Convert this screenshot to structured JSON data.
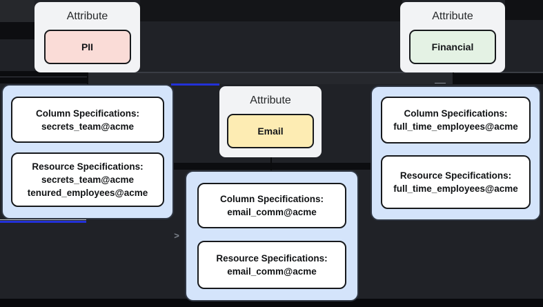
{
  "diagram": {
    "attributes": [
      {
        "title": "Attribute",
        "name": "PII",
        "badge_color": "#fadcd7"
      },
      {
        "title": "Attribute",
        "name": "Email",
        "badge_color": "#fdecb3"
      },
      {
        "title": "Attribute",
        "name": "Financial",
        "badge_color": "#e4f2e4"
      }
    ],
    "spec_groups": [
      {
        "attribute": "PII",
        "boxes": [
          {
            "lines": [
              "Column Specifications:",
              "secrets_team@acme"
            ]
          },
          {
            "lines": [
              "Resource Specifications:",
              "secrets_team@acme",
              "tenured_employees@acme"
            ]
          }
        ]
      },
      {
        "attribute": "Email",
        "boxes": [
          {
            "lines": [
              "Column Specifications:",
              "email_comm@acme"
            ]
          },
          {
            "lines": [
              "Resource Specifications:",
              "email_comm@acme"
            ]
          }
        ]
      },
      {
        "attribute": "Financial",
        "boxes": [
          {
            "lines": [
              "Column Specifications:",
              "full_time_employees@acme"
            ]
          },
          {
            "lines": [
              "Resource Specifications:",
              "full_time_employees@acme"
            ]
          }
        ]
      }
    ],
    "glyphs": {
      "arrowhead": ">"
    },
    "colors": {
      "canvas_bg": "#202227",
      "edge_highlight": "#2231d9",
      "container_fill": "#d4e4fb",
      "node_fill": "#f2f3f5"
    }
  }
}
